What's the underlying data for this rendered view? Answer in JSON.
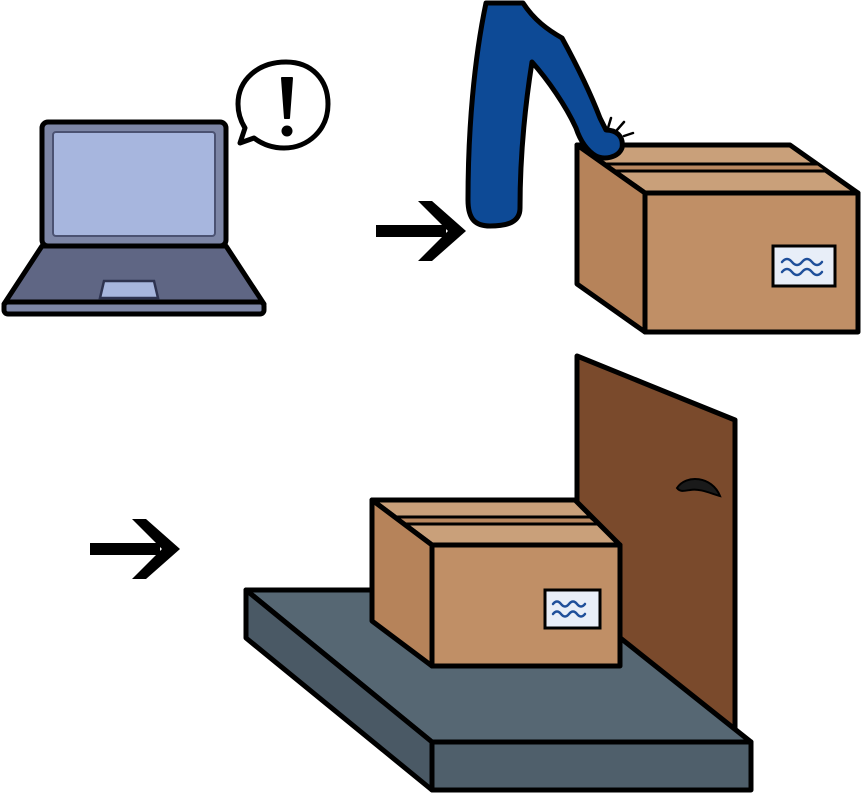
{
  "scene": {
    "panels": [
      {
        "id": "notification",
        "subject": "laptop",
        "badge_symbol": "!"
      },
      {
        "id": "pickup",
        "subject": "hand-on-package"
      },
      {
        "id": "delivery",
        "subject": "package-at-door"
      }
    ],
    "flow_arrows": 2,
    "colors": {
      "outline": "#000000",
      "laptop_body": "#7d86a6",
      "laptop_screen": "#a7b6de",
      "laptop_keyboard": "#5f6684",
      "sleeve": "#0d4a96",
      "box_top": "#c9a07a",
      "box_front": "#c08f66",
      "box_side": "#b6835a",
      "label": "#e8eef8",
      "label_ink": "#1f4f9a",
      "door": "#7a4a2c",
      "door_handle": "#1a1a1a",
      "doormat_top": "#566773",
      "doormat_side": "#4a5965"
    }
  }
}
